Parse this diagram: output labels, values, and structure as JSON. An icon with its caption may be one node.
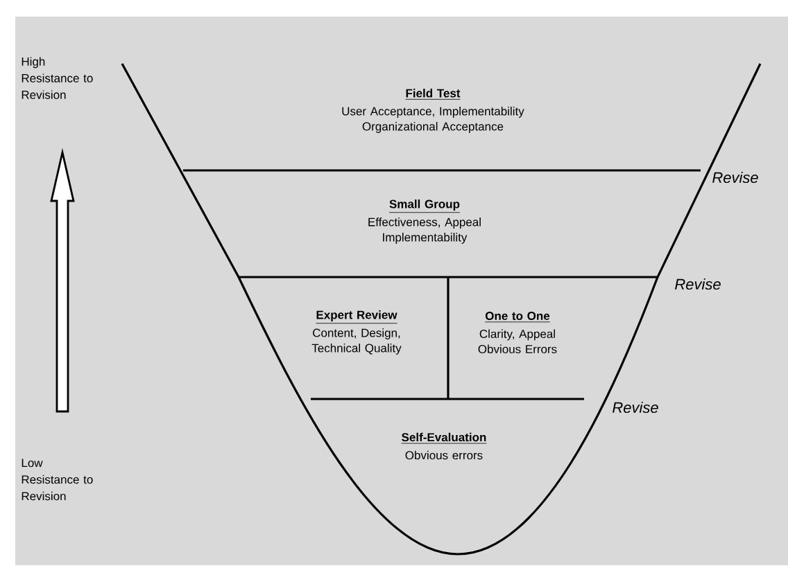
{
  "diagram": {
    "nodes": [
      {
        "text": [
          "Field Test",
          "User Acceptance, Implementability Organizational Acceptance"
        ]
      },
      {
        "text": [
          "Small Group",
          "Effectiveness, Appeal Implementability"
        ]
      },
      {
        "text": [
          "Expert Review",
          "Content, Design, Technical Quality"
        ]
      },
      {
        "text": [
          "One to One",
          "Clarity, Appeal Obvious Errors"
        ]
      },
      {
        "text": [
          "Self-Evaluation",
          "Obvious errors"
        ]
      }
    ],
    "labels": [
      "High Resistance to Revision",
      "Revise",
      "Revise",
      "Revise",
      "Low Resistance to Revision"
    ]
  }
}
